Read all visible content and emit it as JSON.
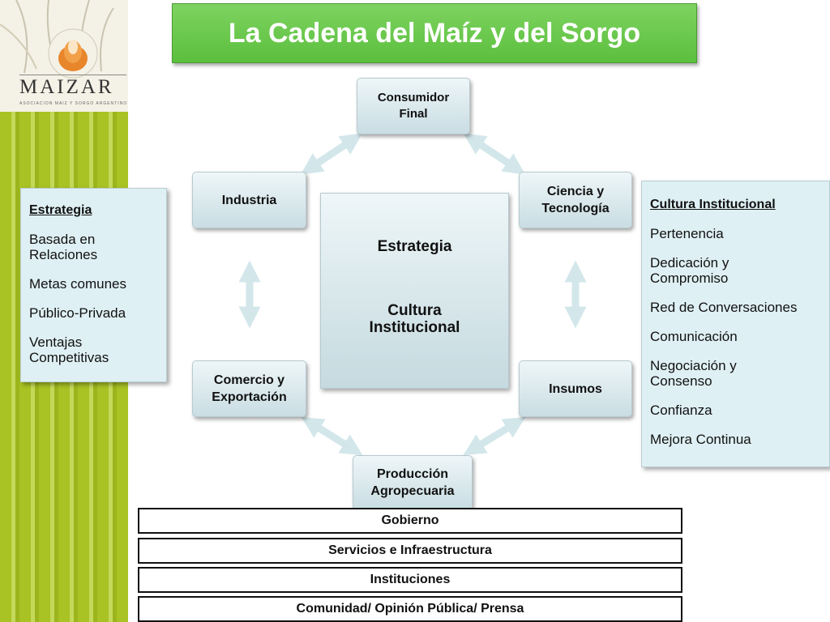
{
  "logo": {
    "name": "MAIZAR",
    "subtitle": "ASOCIACIÓN MAÍZ Y SORGO ARGENTINO"
  },
  "title": "La Cadena del Maíz y del Sorgo",
  "nodes": {
    "consumidor": "Consumidor\nFinal",
    "industria": "Industria",
    "ciencia": "Ciencia y\nTecnología",
    "comercio": "Comercio y\nExportación",
    "insumos": "Insumos",
    "produccion": "Producción\nAgropecuaria"
  },
  "center": {
    "line1": "Estrategia",
    "line2": "Cultura\nInstitucional"
  },
  "left_panel": {
    "heading": "Estrategia",
    "items": [
      "Basada en\nRelaciones",
      "Metas comunes",
      "Público-Privada",
      "Ventajas\nCompetitivas"
    ]
  },
  "right_panel": {
    "heading": "Cultura Institucional",
    "items": [
      "Pertenencia",
      "Dedicación y\nCompromiso",
      "Red de Conversaciones",
      "Comunicación",
      "Negociación y\nConsenso",
      "Confianza",
      "Mejora Continua"
    ]
  },
  "bars": [
    "Gobierno",
    "Servicios e Infraestructura",
    "Instituciones",
    "Comunidad/ Opinión Pública/ Prensa"
  ],
  "colors": {
    "title_green": "#5bbf3e",
    "sidebar_green": "#a9c224",
    "node_blue": "#c9dde3",
    "logo_orange": "#e8862c"
  }
}
